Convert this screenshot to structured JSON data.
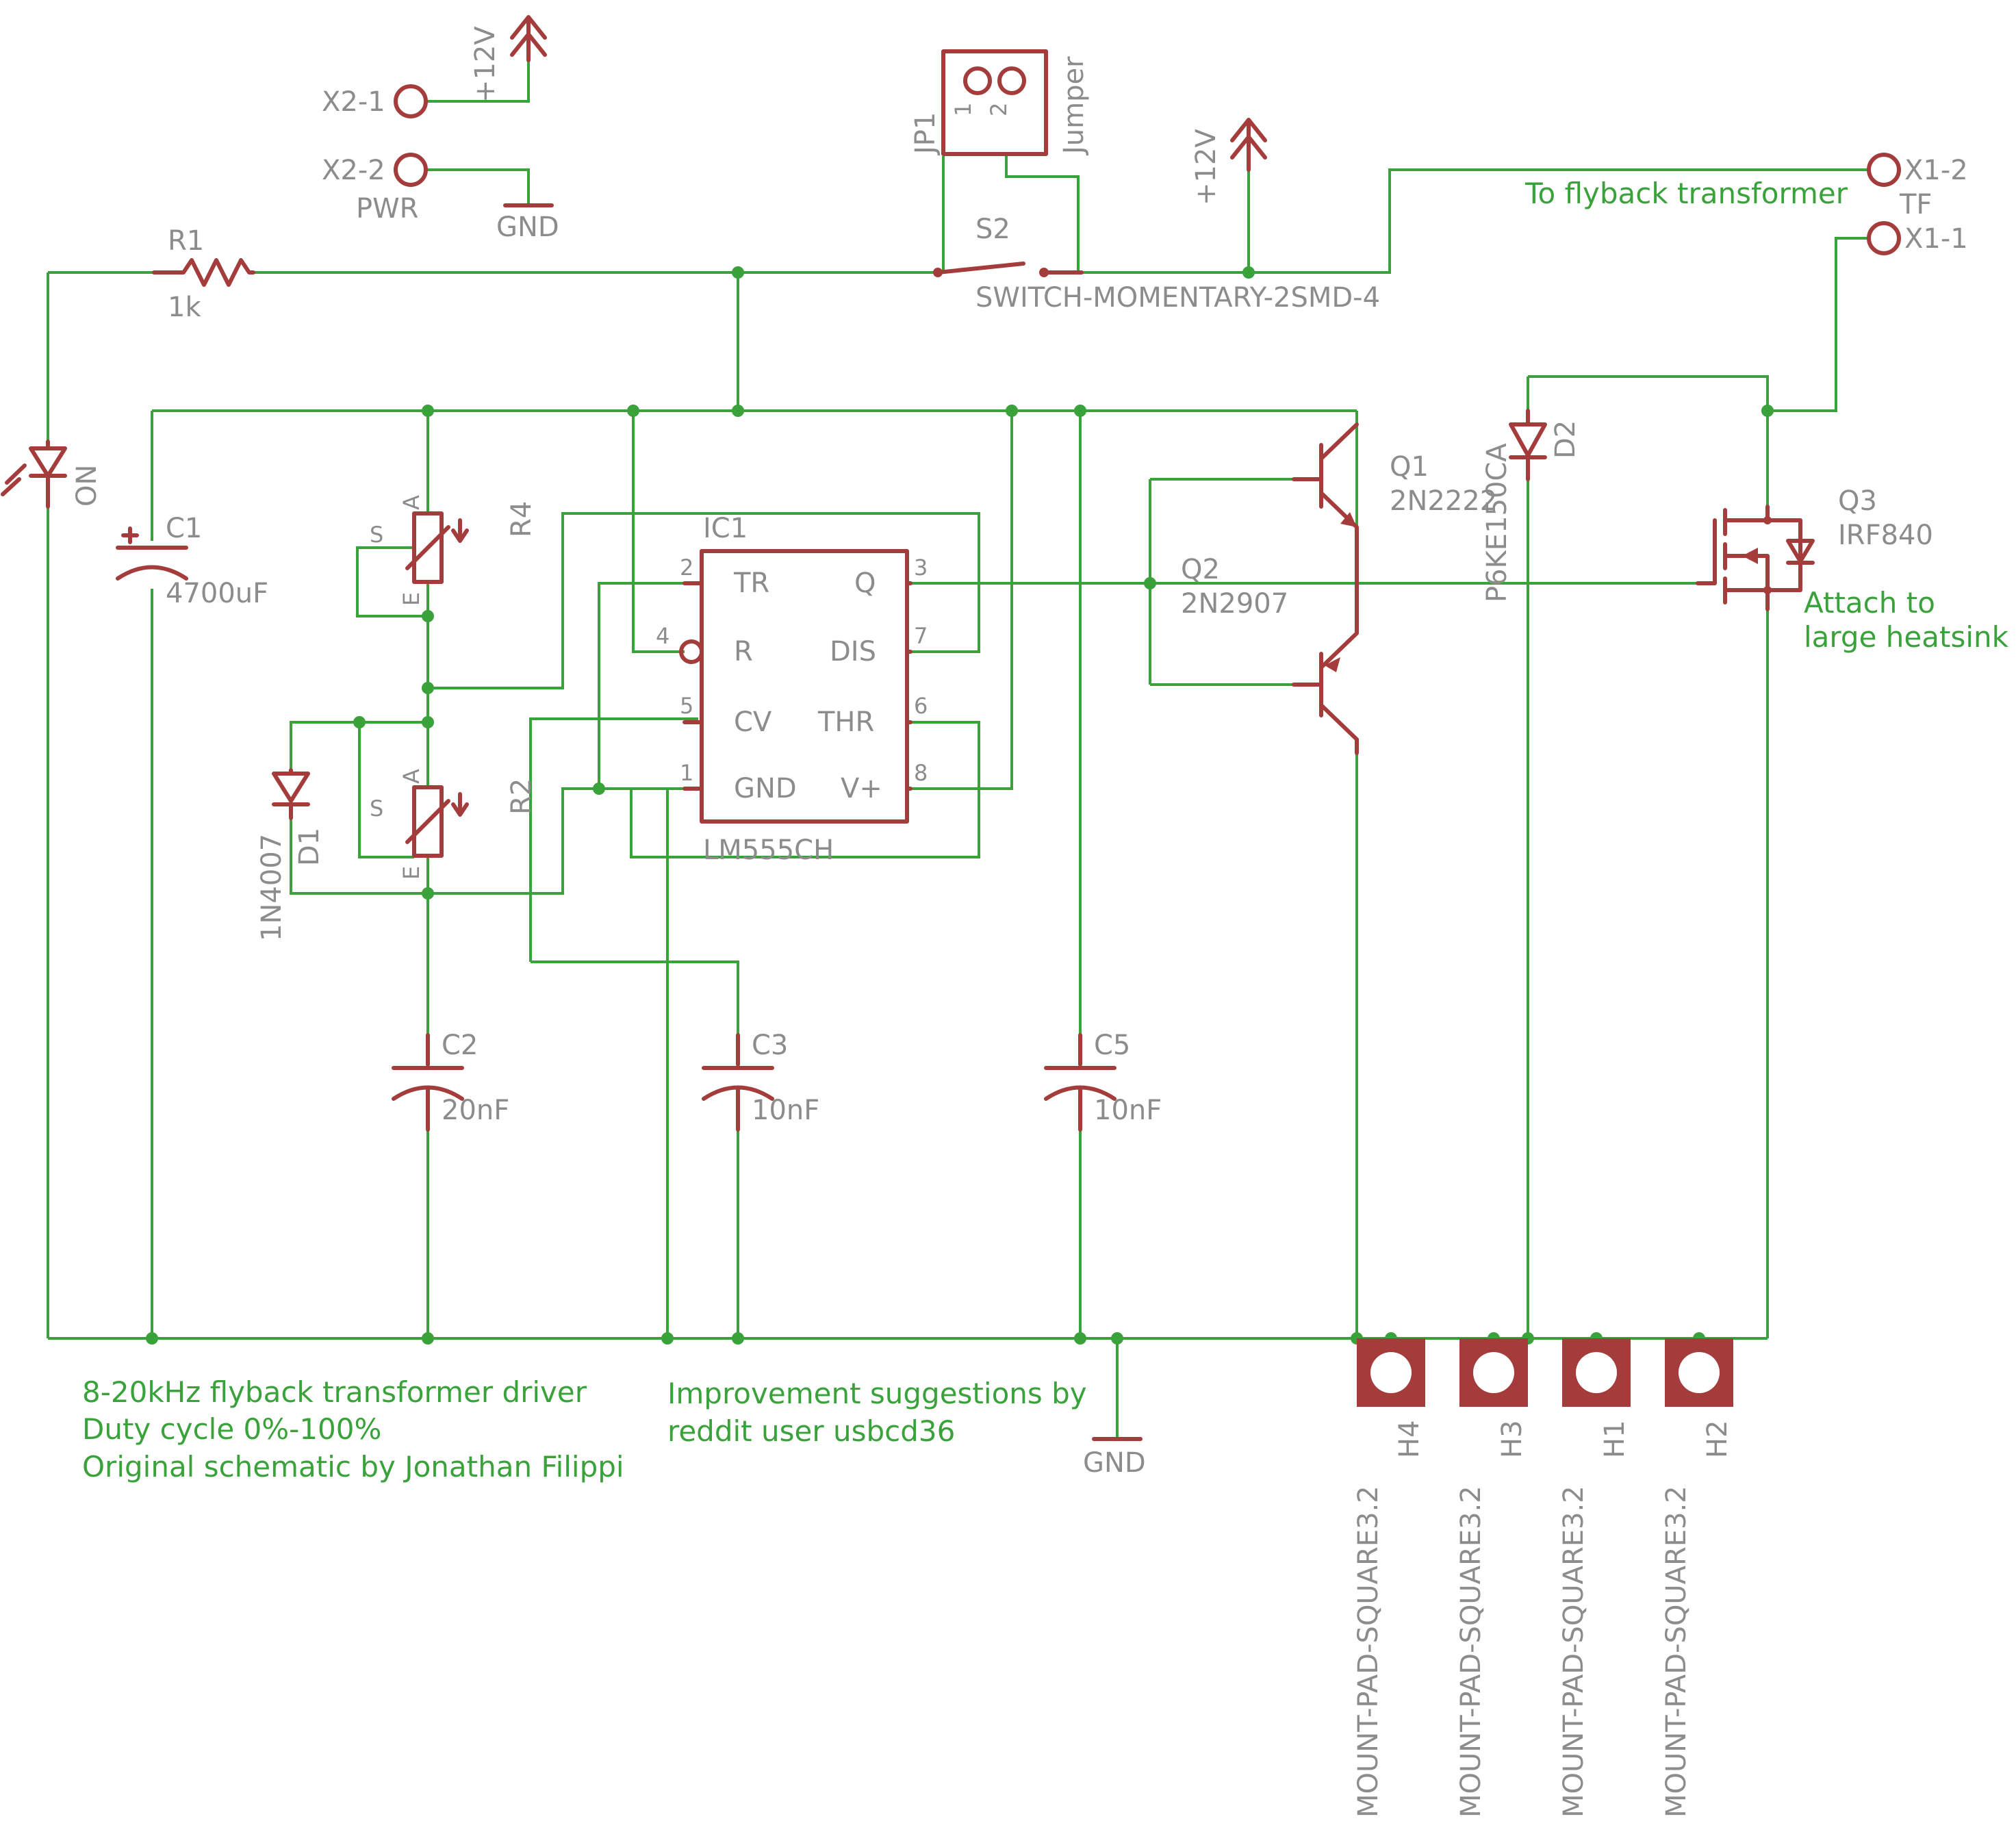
{
  "components": {
    "r1": {
      "ref": "R1",
      "value": "1k"
    },
    "x2_1": "X2-1",
    "x2_2": "X2-2",
    "pwr": "PWR",
    "gnd": "GND",
    "plus12v": "+12V",
    "jp1": {
      "ref": "JP1",
      "value": "Jumper",
      "pin1": "1",
      "pin2": "2"
    },
    "s2": {
      "ref": "S2",
      "value": "SWITCH-MOMENTARY-2SMD-4"
    },
    "x1_2": "X1-2",
    "x1_1": "X1-1",
    "tf": "TF",
    "led_on": "ON",
    "c1": {
      "ref": "C1",
      "value": "4700uF"
    },
    "c2": {
      "ref": "C2",
      "value": "20nF"
    },
    "c3": {
      "ref": "C3",
      "value": "10nF"
    },
    "c5": {
      "ref": "C5",
      "value": "10nF"
    },
    "r4": {
      "ref": "R4"
    },
    "r2": {
      "ref": "R2"
    },
    "pot_pins": {
      "a": "A",
      "s": "S",
      "e": "E"
    },
    "d1": {
      "ref": "D1",
      "value": "1N4007"
    },
    "d2": {
      "ref": "D2",
      "value": "P6KE150CA"
    },
    "ic1": {
      "ref": "IC1",
      "value": "LM555CH",
      "pins_left": [
        {
          "num": "2",
          "name": "TR"
        },
        {
          "num": "4",
          "name": "R"
        },
        {
          "num": "5",
          "name": "CV"
        },
        {
          "num": "1",
          "name": "GND"
        }
      ],
      "pins_right": [
        {
          "num": "3",
          "name": "Q"
        },
        {
          "num": "7",
          "name": "DIS"
        },
        {
          "num": "6",
          "name": "THR"
        },
        {
          "num": "8",
          "name": "V+"
        }
      ]
    },
    "q1": {
      "ref": "Q1",
      "value": "2N2222"
    },
    "q2": {
      "ref": "Q2",
      "value": "2N2907"
    },
    "q3": {
      "ref": "Q3",
      "value": "IRF840"
    },
    "mount_pads": [
      {
        "ref": "H4",
        "value": "MOUNT-PAD-SQUARE3.2"
      },
      {
        "ref": "H3",
        "value": "MOUNT-PAD-SQUARE3.2"
      },
      {
        "ref": "H1",
        "value": "MOUNT-PAD-SQUARE3.2"
      },
      {
        "ref": "H2",
        "value": "MOUNT-PAD-SQUARE3.2"
      }
    ]
  },
  "notes": {
    "flyback": "To flyback transformer",
    "heatsink_1": "Attach to",
    "heatsink_2": "large heatsink",
    "desc_1": "8-20kHz flyback transformer driver",
    "desc_2": "Duty cycle 0%-100%",
    "desc_3": "Original schematic by Jonathan Filippi",
    "improve_1": "Improvement suggestions by",
    "improve_2": "reddit user usbcd36"
  },
  "colors": {
    "wire": "#3aa23a",
    "symbol": "#a53c3c",
    "label": "#8c8c8c",
    "background": "#ffffff"
  }
}
